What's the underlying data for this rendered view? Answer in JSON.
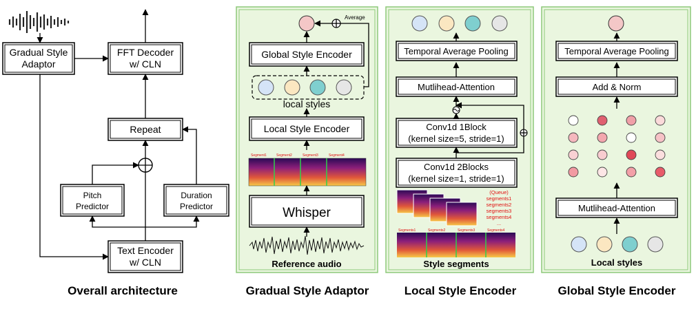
{
  "overall": {
    "gsa_line1": "Gradual Style",
    "gsa_line2": "Adaptor",
    "fft_line1": "FFT Decoder",
    "fft_line2": "w/ CLN",
    "repeat": "Repeat",
    "pitch_line1": "Pitch",
    "pitch_line2": "Predictor",
    "dur_line1": "Duration",
    "dur_line2": "Predictor",
    "text_line1": "Text Encoder",
    "text_line2": "w/ CLN",
    "caption": "Overall architecture"
  },
  "gsa_panel": {
    "average": "Average",
    "global_encoder": "Global Style Encoder",
    "local_styles": "local styles",
    "local_encoder": "Local Style Encoder",
    "segments": [
      "Segment1",
      "Segment2",
      "Segment3",
      "Segment4"
    ],
    "whisper": "Whisper",
    "reference_audio": "Reference audio",
    "caption": "Gradual Style Adaptor"
  },
  "lse_panel": {
    "pooling": "Temporal Average Pooling",
    "attention": "Mutlihead-Attention",
    "conv1_line1": "Conv1d 1Block",
    "conv1_line2": "(kernel size=5, stride=1)",
    "conv2_line1": "Conv1d 2Blocks",
    "conv2_line2": "(kernel size=1, stride=1)",
    "queue": [
      "(Queue)",
      "segments1",
      "segments2",
      "segments3",
      "segments4",
      "..."
    ],
    "segments": [
      "Segments1",
      "Segments2",
      "Segments3",
      "Segments4"
    ],
    "style_segments": "Style segments",
    "caption": "Local Style Encoder"
  },
  "gse_panel": {
    "pooling": "Temporal Average Pooling",
    "addnorm": "Add & Norm",
    "attention": "Mutlihead-Attention",
    "local_styles": "Local styles",
    "caption": "Global Style Encoder"
  },
  "colors": {
    "output_circle": "#f4c7c7",
    "style_blue": "#d5e4f7",
    "style_yellow": "#fbe7c1",
    "style_teal": "#7fcfcf",
    "style_gray": "#e6e6e6",
    "panel_bg": "#eaf6df",
    "panel_border": "#8dc97a",
    "segment_label_red": "#e01010"
  },
  "icons": [
    "waveform-icon",
    "plus-circle-icon",
    "tilde-circle-icon",
    "spectrogram-icon"
  ]
}
